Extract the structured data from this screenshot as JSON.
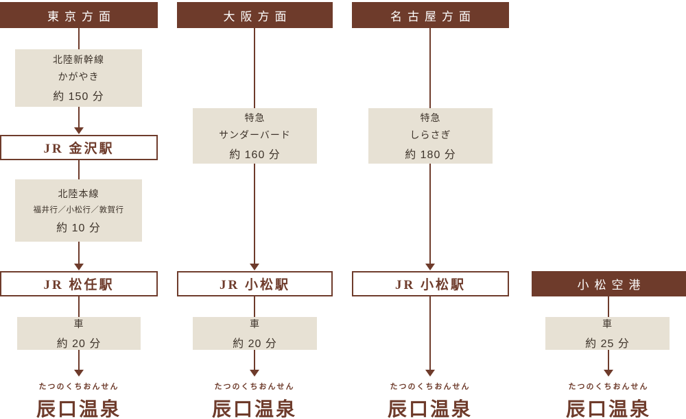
{
  "colors": {
    "brown": "#6e3b2b",
    "beige": "#e7e1d4",
    "box_text": "#3d332a",
    "background": "#ffffff"
  },
  "columns": [
    {
      "header": "東京方面",
      "transit1": {
        "line1": "北陸新幹線",
        "line2": "かがやき",
        "line3": "約 150 分"
      },
      "station1": "JR 金沢駅",
      "transit2": {
        "line1": "北陸本線",
        "line2": "福井行／小松行／敦賀行",
        "line3": "約 10 分"
      },
      "station2": "JR 松任駅",
      "car": {
        "line1": "車",
        "line2": "約 20 分"
      }
    },
    {
      "header": "大阪方面",
      "transit1": {
        "line1": "特急",
        "line2": "サンダーバード",
        "line3": "約 160 分"
      },
      "station1": "JR 小松駅",
      "car": {
        "line1": "車",
        "line2": "約 20 分"
      }
    },
    {
      "header": "名古屋方面",
      "transit1": {
        "line1": "特急",
        "line2": "しらさぎ",
        "line3": "約 180 分"
      },
      "station1": "JR 小松駅"
    },
    {
      "header": "小松空港",
      "car": {
        "line1": "車",
        "line2": "約 25 分"
      }
    }
  ],
  "destination": {
    "furigana": "たつのくちおんせん",
    "name": "辰口温泉"
  }
}
